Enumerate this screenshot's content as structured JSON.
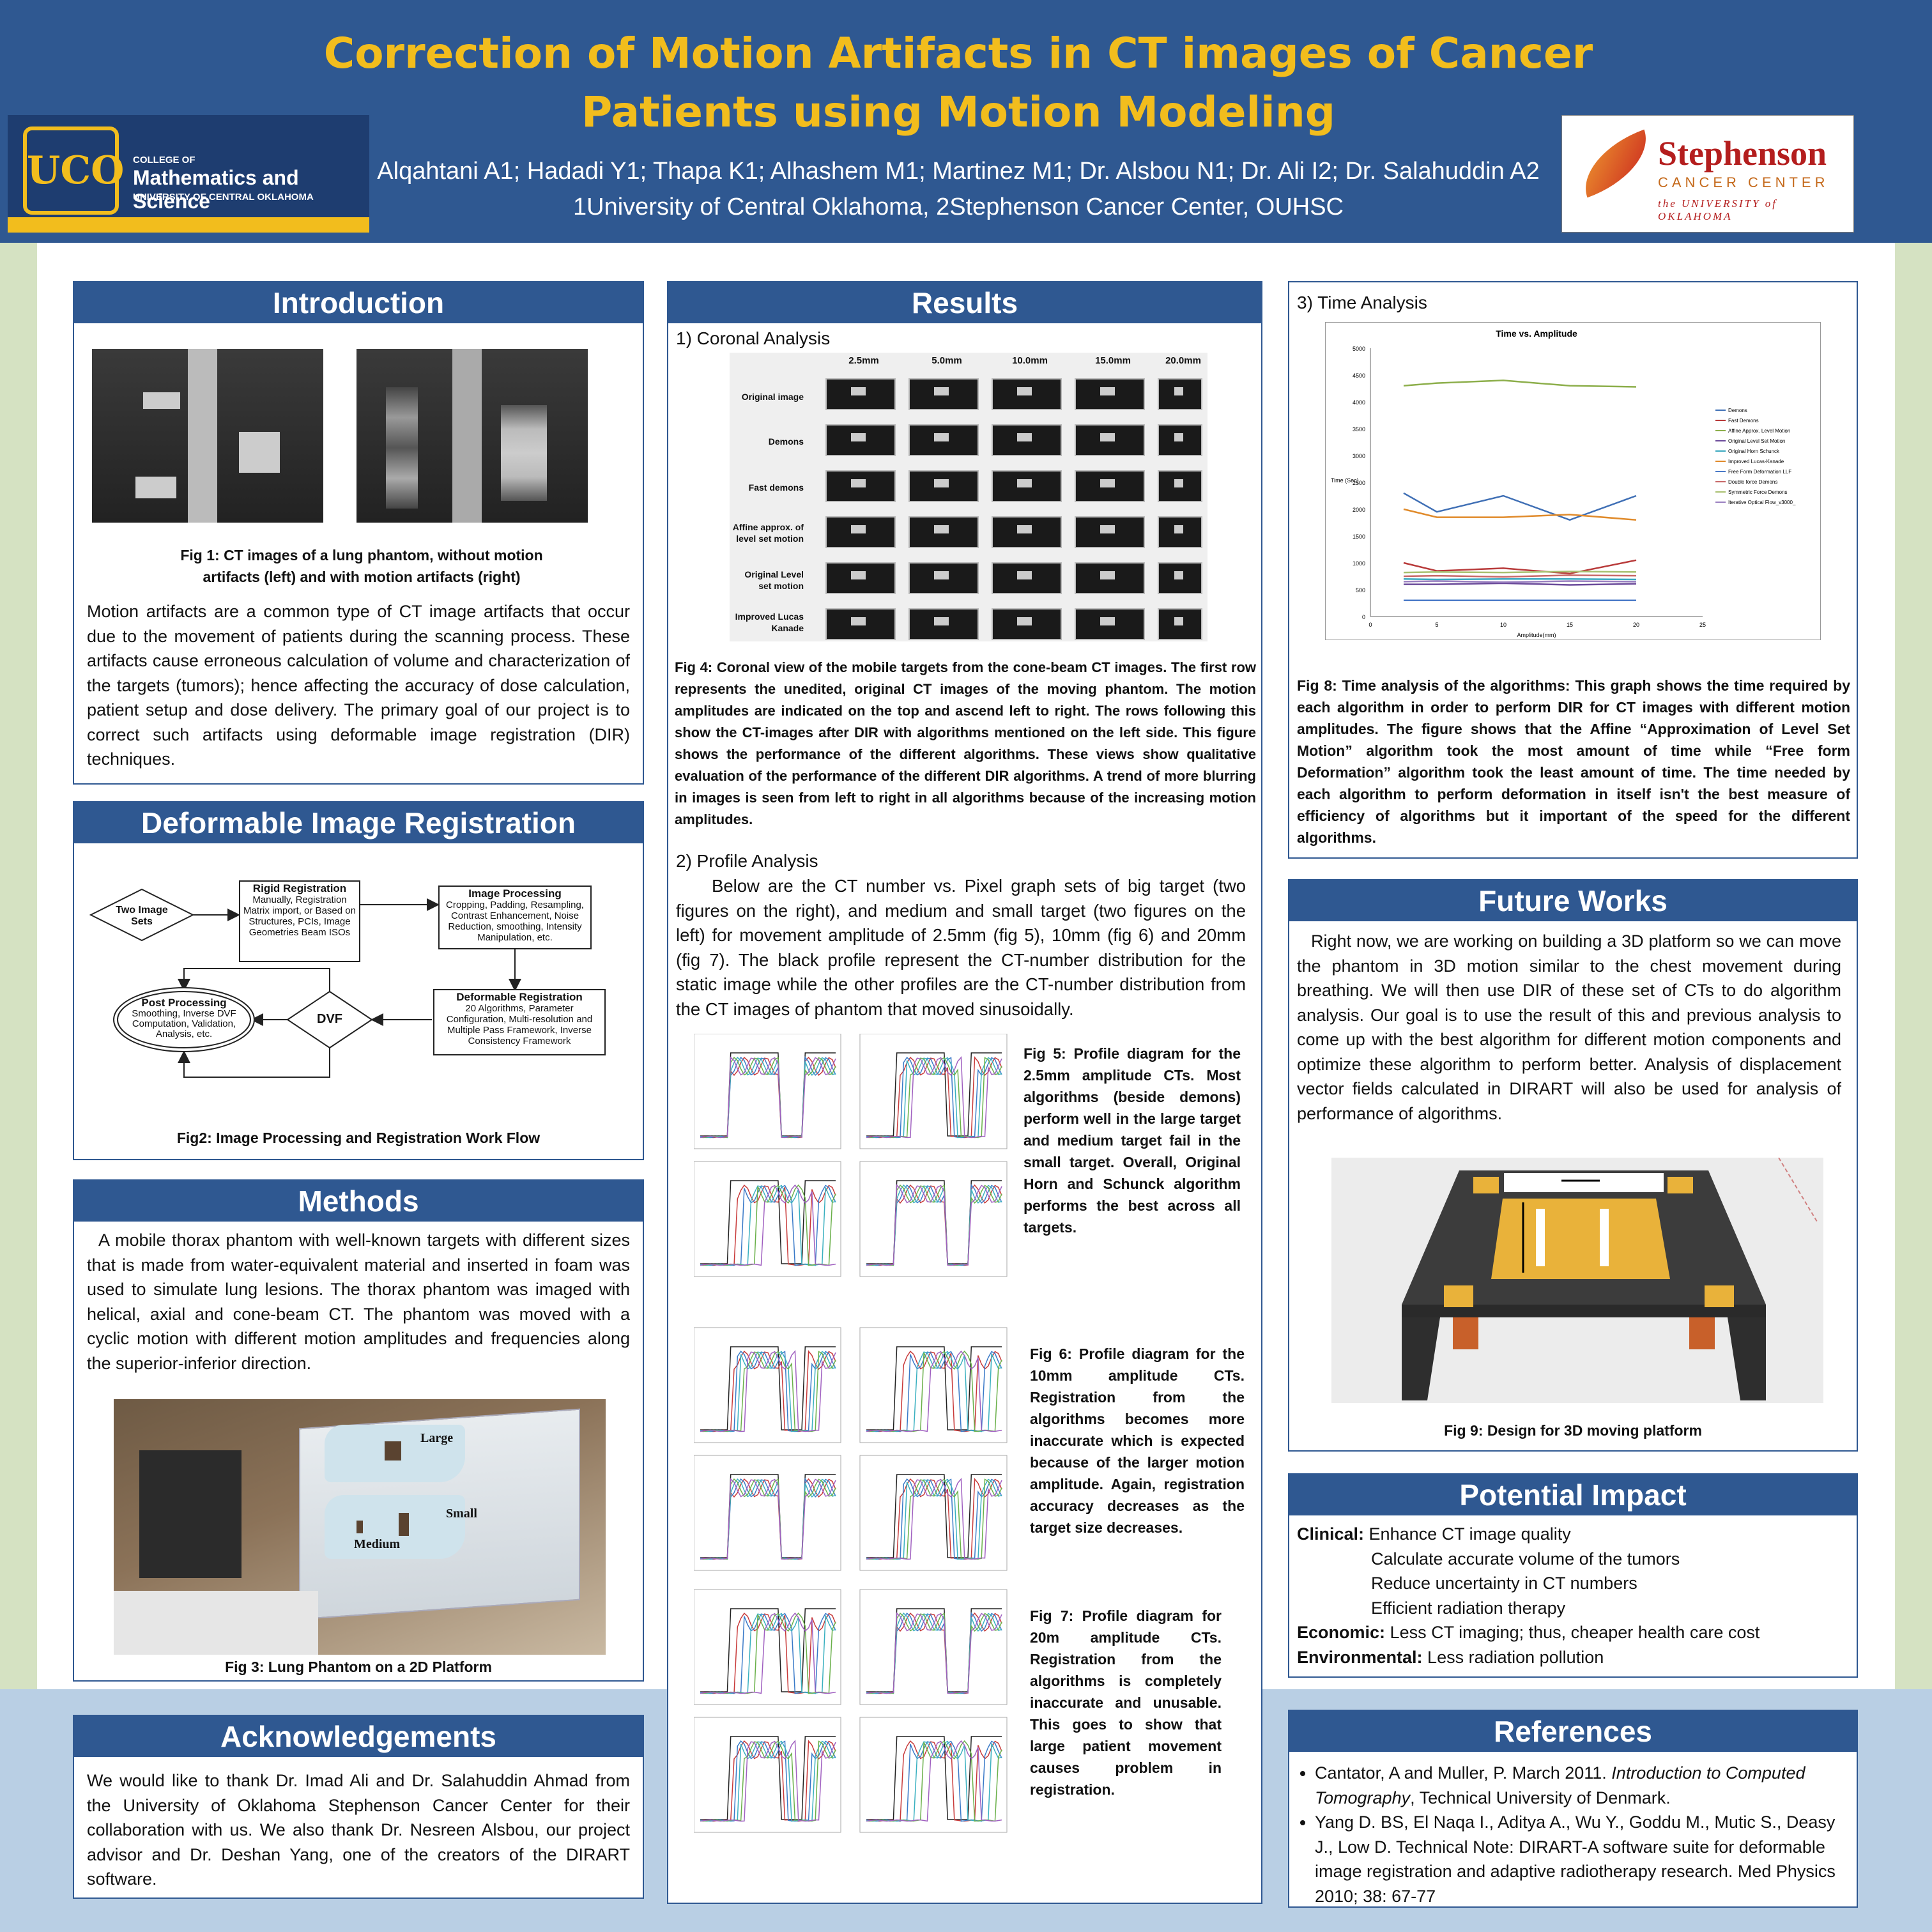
{
  "header": {
    "title_line1": "Correction of Motion Artifacts in CT images of Cancer",
    "title_line2": "Patients using Motion Modeling",
    "authors": "Alqahtani A1; Hadadi Y1; Thapa K1; Alhashem M1; Martinez M1; Dr. Alsbou N1; Dr. Ali I2; Dr. Salahuddin A2",
    "affiliations": "1University of Central Oklahoma, 2Stephenson Cancer Center, OUHSC"
  },
  "logos": {
    "uco_mark": "UCO",
    "uco_college": "COLLEGE OF",
    "uco_name": "Mathematics and Science",
    "uco_univ": "UNIVERSITY OF CENTRAL OKLAHOMA",
    "sc_name": "Stephenson",
    "sc_sub": "CANCER CENTER",
    "sc_univ": "the UNIVERSITY of OKLAHOMA"
  },
  "introduction": {
    "heading": "Introduction",
    "fig1_caption": "Fig 1: CT images of a lung phantom, without motion artifacts (left) and with motion artifacts (right)",
    "text": "Motion artifacts are a common type of CT image artifacts that occur due to the movement of patients during the scanning process. These artifacts cause erroneous calculation of volume and characterization of the targets (tumors); hence affecting the accuracy of dose calculation, patient setup and dose delivery. The primary goal of our project is to correct such artifacts using deformable image registration (DIR) techniques."
  },
  "dir": {
    "heading": "Deformable Image Registration",
    "two_image_sets": "Two Image Sets",
    "rigid_title": "Rigid Registration",
    "rigid_text": "Manually, Registration Matrix import, or Based on Structures, PCIs, Image Geometries Beam ISOs",
    "proc_title": "Image Processing",
    "proc_text": "Cropping, Padding, Resampling, Contrast Enhancement, Noise Reduction, smoothing, Intensity Manipulation, etc.",
    "post_title": "Post Processing",
    "post_text": "Smoothing, Inverse DVF Computation, Validation, Analysis, etc.",
    "dvf": "DVF",
    "deform_title": "Deformable Registration",
    "deform_text": "20 Algorithms, Parameter Configuration, Multi-resolution and Multiple Pass Framework, Inverse Consistency Framework",
    "fig2_caption": "Fig2: Image Processing and Registration Work Flow"
  },
  "methods": {
    "heading": "Methods",
    "text": "A mobile thorax phantom with well-known targets with different sizes that is made from water-equivalent material and inserted in foam was used to simulate lung lesions. The thorax phantom was imaged with helical, axial and cone-beam CT. The phantom was moved with a cyclic motion with different motion amplitudes and frequencies along the superior-inferior direction.",
    "label_large": "Large",
    "label_small": "Small",
    "label_medium": "Medium",
    "fig3_caption": "Fig 3: Lung Phantom on a 2D Platform"
  },
  "acknowledgements": {
    "heading": "Acknowledgements",
    "text": "We would like to thank Dr. Imad Ali and Dr. Salahuddin Ahmad from the University of Oklahoma Stephenson Cancer Center for their collaboration with us. We also thank Dr. Nesreen Alsbou, our project advisor and Dr. Deshan Yang, one of the creators of the DIRART software."
  },
  "results": {
    "heading": "Results",
    "coronal_heading": "1) Coronal Analysis",
    "columns": [
      "2.5mm",
      "5.0mm",
      "10.0mm",
      "15.0mm",
      "20.0mm"
    ],
    "rows": [
      "Original image",
      "Demons",
      "Fast demons",
      "Affine approx. of level set motion",
      "Original Level set motion",
      "Improved Lucas Kanade"
    ],
    "fig4_caption": "Fig 4: Coronal view of the mobile targets from the cone-beam CT images. The first row represents the unedited, original CT images of the moving phantom. The motion amplitudes are indicated on the top and ascend left to right. The rows following this show the CT-images after DIR with algorithms mentioned on the left side. This figure shows the performance of the different algorithms. These views show qualitative evaluation of the performance of the different DIR algorithms. A trend of more blurring in images is seen from left to right in all algorithms because of the increasing motion amplitudes.",
    "profile_heading": "2) Profile Analysis",
    "profile_text": "Below are the CT number vs. Pixel graph sets of big target (two figures on the right), and medium and small target (two figures on the left) for movement amplitude of 2.5mm (fig 5), 10mm (fig 6) and 20mm (fig 7). The black profile represent the CT-number distribution for the static image while the other profiles are the CT-number distribution from the CT images of phantom that moved sinusoidally.",
    "fig5_caption": "Fig 5: Profile diagram for the 2.5mm amplitude CTs. Most algorithms (beside demons) perform well in the large target and medium target fail in the small target. Overall, Original Horn and Schunck algorithm performs the best across all targets.",
    "fig6_caption": "Fig 6: Profile diagram for the 10mm amplitude CTs. Registration from the algorithms becomes more inaccurate which is expected because of the larger motion amplitude. Again, registration accuracy decreases as the target size decreases.",
    "fig7_caption": "Fig 7: Profile diagram for 20m amplitude CTs. Registration from the algorithms is completely inaccurate and unusable. This goes to show that large patient movement causes problem in registration."
  },
  "time": {
    "heading": "3) Time Analysis",
    "fig8_caption": "Fig 8: Time analysis of the algorithms: This graph shows the time required by each algorithm in order to perform DIR for CT images with different motion amplitudes. The figure shows that the Affine “Approximation of Level Set Motion” algorithm took the most amount of time while “Free form Deformation” algorithm took the least amount of time. The time needed by each algorithm to perform deformation in itself isn't the best measure of efficiency of algorithms but it important of the speed for the different algorithms."
  },
  "chart_data": {
    "type": "line",
    "title": "Time vs. Amplitude",
    "xlabel": "Amplitude(mm)",
    "ylabel": "Time (Sec)",
    "xlim": [
      0,
      25
    ],
    "ylim": [
      0,
      5000
    ],
    "xticks": [
      0,
      5,
      10,
      15,
      20,
      25
    ],
    "yticks": [
      0,
      500,
      1000,
      1500,
      2000,
      2500,
      3000,
      3500,
      4000,
      4500,
      5000
    ],
    "x": [
      2.5,
      5,
      10,
      15,
      20
    ],
    "series": [
      {
        "name": "Demons",
        "color": "#3f6fb5",
        "values": [
          2300,
          1950,
          2250,
          1800,
          2250
        ]
      },
      {
        "name": "Fast Demons",
        "color": "#b83a3a",
        "values": [
          1000,
          850,
          900,
          800,
          1050
        ]
      },
      {
        "name": "Affine Approx. Level Motion",
        "color": "#8cae4a",
        "values": [
          4300,
          4350,
          4400,
          4300,
          4280
        ]
      },
      {
        "name": "Original Level Set Motion",
        "color": "#6a4a9a",
        "values": [
          600,
          600,
          620,
          590,
          610
        ]
      },
      {
        "name": "Original Horn Schunck",
        "color": "#3aa8c0",
        "values": [
          700,
          690,
          700,
          700,
          690
        ]
      },
      {
        "name": "Improved Lucas-Kanade",
        "color": "#e08a2a",
        "values": [
          2000,
          1850,
          1850,
          1900,
          1800
        ]
      },
      {
        "name": "Free Form Deformation LLF",
        "color": "#4a7ac8",
        "values": [
          300,
          300,
          300,
          300,
          300
        ]
      },
      {
        "name": "Double force Demons",
        "color": "#c86868",
        "values": [
          750,
          760,
          740,
          770,
          760
        ]
      },
      {
        "name": "Symmetric Force Demons",
        "color": "#a8c070",
        "values": [
          820,
          830,
          820,
          840,
          830
        ]
      },
      {
        "name": "Iterative Optical Flow_v3000_",
        "color": "#9a80c0",
        "values": [
          650,
          660,
          640,
          660,
          650
        ]
      }
    ]
  },
  "future": {
    "heading": "Future Works",
    "text": "Right now, we are working on building a 3D platform so we can move the phantom in 3D motion similar to the chest movement during breathing. We will then use DIR of these set of CTs to do algorithm analysis. Our goal is to use the result of this and previous analysis to come up with the best algorithm for different motion components and optimize these algorithm to perform better. Analysis of displacement vector fields calculated in DIRART will also be used for analysis of performance of algorithms.",
    "fig9_caption": "Fig 9: Design for 3D moving platform"
  },
  "impact": {
    "heading": "Potential Impact",
    "clinical_label": "Clinical:",
    "clinical_items": [
      "Enhance CT image quality",
      "Calculate accurate volume of the tumors",
      "Reduce uncertainty in CT numbers",
      "Efficient radiation therapy"
    ],
    "economic_label": "Economic:",
    "economic_text": "Less CT imaging; thus, cheaper health care cost",
    "environmental_label": "Environmental:",
    "environmental_text": "Less radiation pollution"
  },
  "references": {
    "heading": "References",
    "ref1_a": "Cantator, A and Muller, P. March 2011. ",
    "ref1_title": "Introduction to Computed Tomography",
    "ref1_b": ", Technical University of Denmark.",
    "ref2": "Yang D. BS, El Naqa I., Aditya A., Wu Y., Goddu M., Mutic S., Deasy J., Low D. Technical Note: DIRART-A software suite for deformable image registration and adaptive radiotherapy research. Med Physics 2010; 38: 67-77"
  }
}
